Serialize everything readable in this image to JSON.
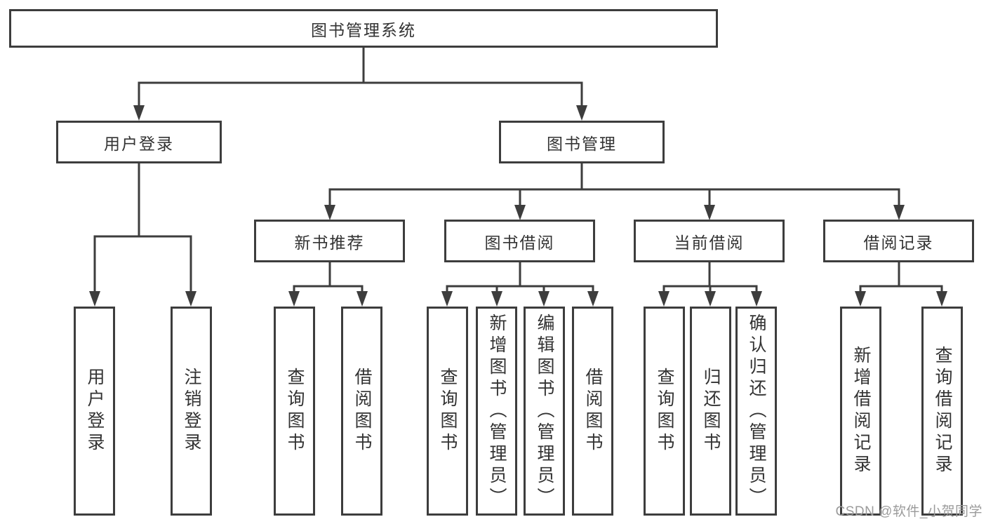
{
  "tree": {
    "label": "图书管理系统",
    "children": [
      {
        "label": "用户登录",
        "children": [
          {
            "label": "用户登录"
          },
          {
            "label": "注销登录"
          }
        ]
      },
      {
        "label": "图书管理",
        "children": [
          {
            "label": "新书推荐",
            "children": [
              {
                "label": "查询图书"
              },
              {
                "label": "借阅图书"
              }
            ]
          },
          {
            "label": "图书借阅",
            "children": [
              {
                "label": "查询图书"
              },
              {
                "label": "新增图书（管理员）"
              },
              {
                "label": "编辑图书（管理员）"
              },
              {
                "label": "借阅图书"
              }
            ]
          },
          {
            "label": "当前借阅",
            "children": [
              {
                "label": "查询图书"
              },
              {
                "label": "归还图书"
              },
              {
                "label": "确认归还（管理员）"
              }
            ]
          },
          {
            "label": "借阅记录",
            "children": [
              {
                "label": "新增借阅记录"
              },
              {
                "label": "查询借阅记录"
              }
            ]
          }
        ]
      }
    ]
  },
  "watermark": {
    "text": "CSDN @软件_小贺同学"
  },
  "colors": {
    "line": "#3d3d3d",
    "box_border": "#3d3d3d",
    "text": "#333333",
    "background": "#ffffff",
    "watermark": "#9b9b9b"
  }
}
